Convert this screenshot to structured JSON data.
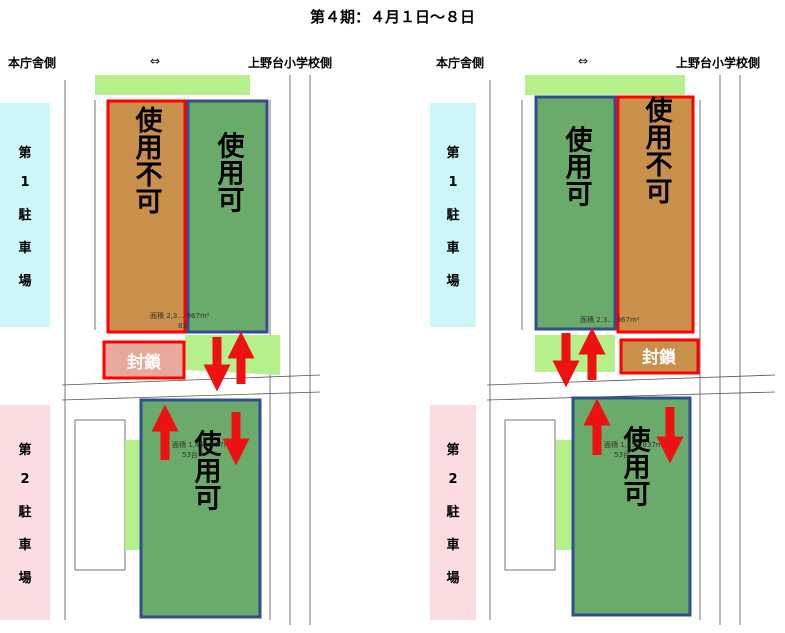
{
  "title": "第４期：４月１日～８日",
  "panels": [
    {
      "left_side": "本庁舎側",
      "arrow": "⇔",
      "right_side": "上野台小学校側",
      "lot1_label": [
        "第",
        "1",
        "駐",
        "車",
        "場"
      ],
      "lot2_label": [
        "第",
        "2",
        "駐",
        "車",
        "場"
      ],
      "lot1_zones": [
        {
          "status": "使用不可",
          "color": "#c8904a",
          "border": "#ff0000"
        },
        {
          "status": "使用可",
          "color": "#6aaa6a",
          "border": "#2f4f8f"
        }
      ],
      "closed_label": "封鎖",
      "lot2_zone": {
        "status": "使用可",
        "color": "#6aaa6a",
        "border": "#2f4f8f"
      },
      "lot1_area": "面積 2,3… 967m²",
      "lot1_count": "83",
      "lot2_area": "面積 1,452.837m²",
      "lot2_count": "53台"
    },
    {
      "left_side": "本庁舎側",
      "arrow": "⇔",
      "right_side": "上野台小学校側",
      "lot1_label": [
        "第",
        "1",
        "駐",
        "車",
        "場"
      ],
      "lot2_label": [
        "第",
        "2",
        "駐",
        "車",
        "場"
      ],
      "lot1_zones": [
        {
          "status": "使用可",
          "color": "#6aaa6a",
          "border": "#2f4f8f"
        },
        {
          "status": "使用不可",
          "color": "#c8904a",
          "border": "#ff0000"
        }
      ],
      "closed_label": "封鎖",
      "lot2_zone": {
        "status": "使用可",
        "color": "#6aaa6a",
        "border": "#2f4f8f"
      },
      "lot1_area": "面積 2,3… 967m²",
      "lot2_area": "面積 1,452.837m²",
      "lot2_count": "53台"
    }
  ],
  "colors": {
    "lot1_label_bg": "#ccf6f8",
    "lot2_label_bg": "#fbdde0",
    "arrow": "#ee1111",
    "light_green": "#b6f08a"
  }
}
